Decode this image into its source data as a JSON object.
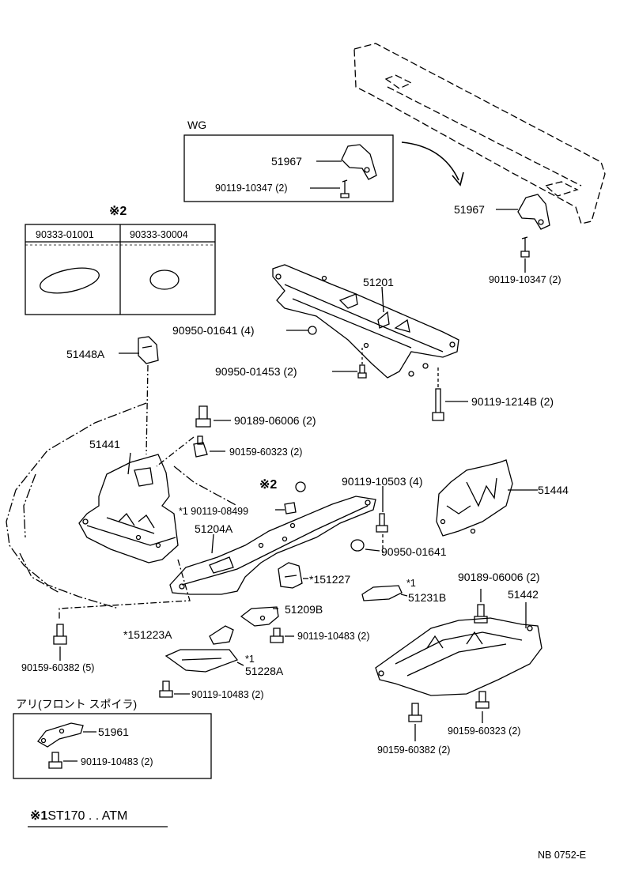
{
  "wg": {
    "title": "WG",
    "part_bracket": "51967",
    "part_bolt": "90119-10347 (2)"
  },
  "spoiler_bracket": {
    "part": "51967",
    "bolt": "90119-10347 (2)"
  },
  "note2": {
    "mark": "※2",
    "left_part": "90333-01001",
    "right_part": "90333-30004"
  },
  "parts": {
    "p51448a": "51448A",
    "p51201": "51201",
    "p90950_01641_4": "90950-01641 (4)",
    "p90950_01453": "90950-01453 (2)",
    "p90119_12148": "90119-1214B (2)",
    "p90189_06006_a": "90189-06006 (2)",
    "p51441": "51441",
    "p90159_60323_a": "90159-60323 (2)",
    "p_note2_mark": "※2",
    "p90119_10503": "90119-10503 (4)",
    "p51444": "51444",
    "p90119_08499": "*1 90119-08499",
    "p51204a": "51204A",
    "p90950_01641": "90950-01641",
    "p51227": "*151227",
    "p51231b_mark": "*1",
    "p51231b": "51231B",
    "p90189_06006_b": "90189-06006 (2)",
    "p51442": "51442",
    "p51209b": "51209B",
    "p51223a": "*151223A",
    "p90119_10483_a": "90119-10483 (2)",
    "p90159_60382_a": "90159-60382 (5)",
    "p51228a_mark": "*1",
    "p51228a": "51228A",
    "p90119_10483_b": "90119-10483 (2)",
    "p90159_60323_b": "90159-60323 (2)",
    "p90159_60382_b": "90159-60382 (2)"
  },
  "front_spoiler": {
    "title": "アリ(フロント スポイラ)",
    "part": "51961",
    "bolt": "90119-10483 (2)"
  },
  "footnote": {
    "mark": "※1",
    "text": "ST170 . . ATM"
  },
  "figure_code": "NB 0752-E"
}
